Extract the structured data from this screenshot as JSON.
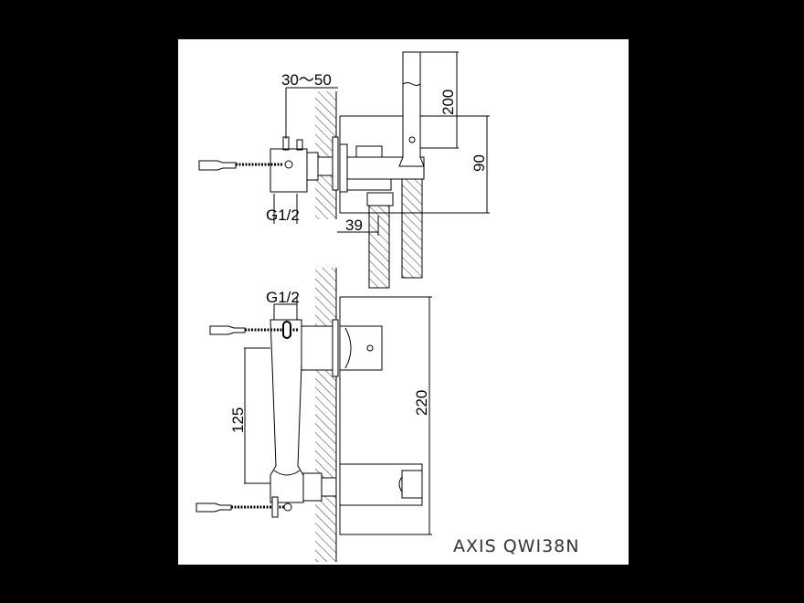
{
  "drawing": {
    "model": "AXIS QWI38N",
    "side_view": {
      "dim_wall_depth": "30～50",
      "dim_connection": "G1/2",
      "dim_projection": "39",
      "dim_hose_holder_height": "200",
      "dim_body_height": "90"
    },
    "front_view": {
      "dim_connection": "G1/2",
      "dim_center_distance": "125",
      "dim_plate_height": "220"
    }
  }
}
